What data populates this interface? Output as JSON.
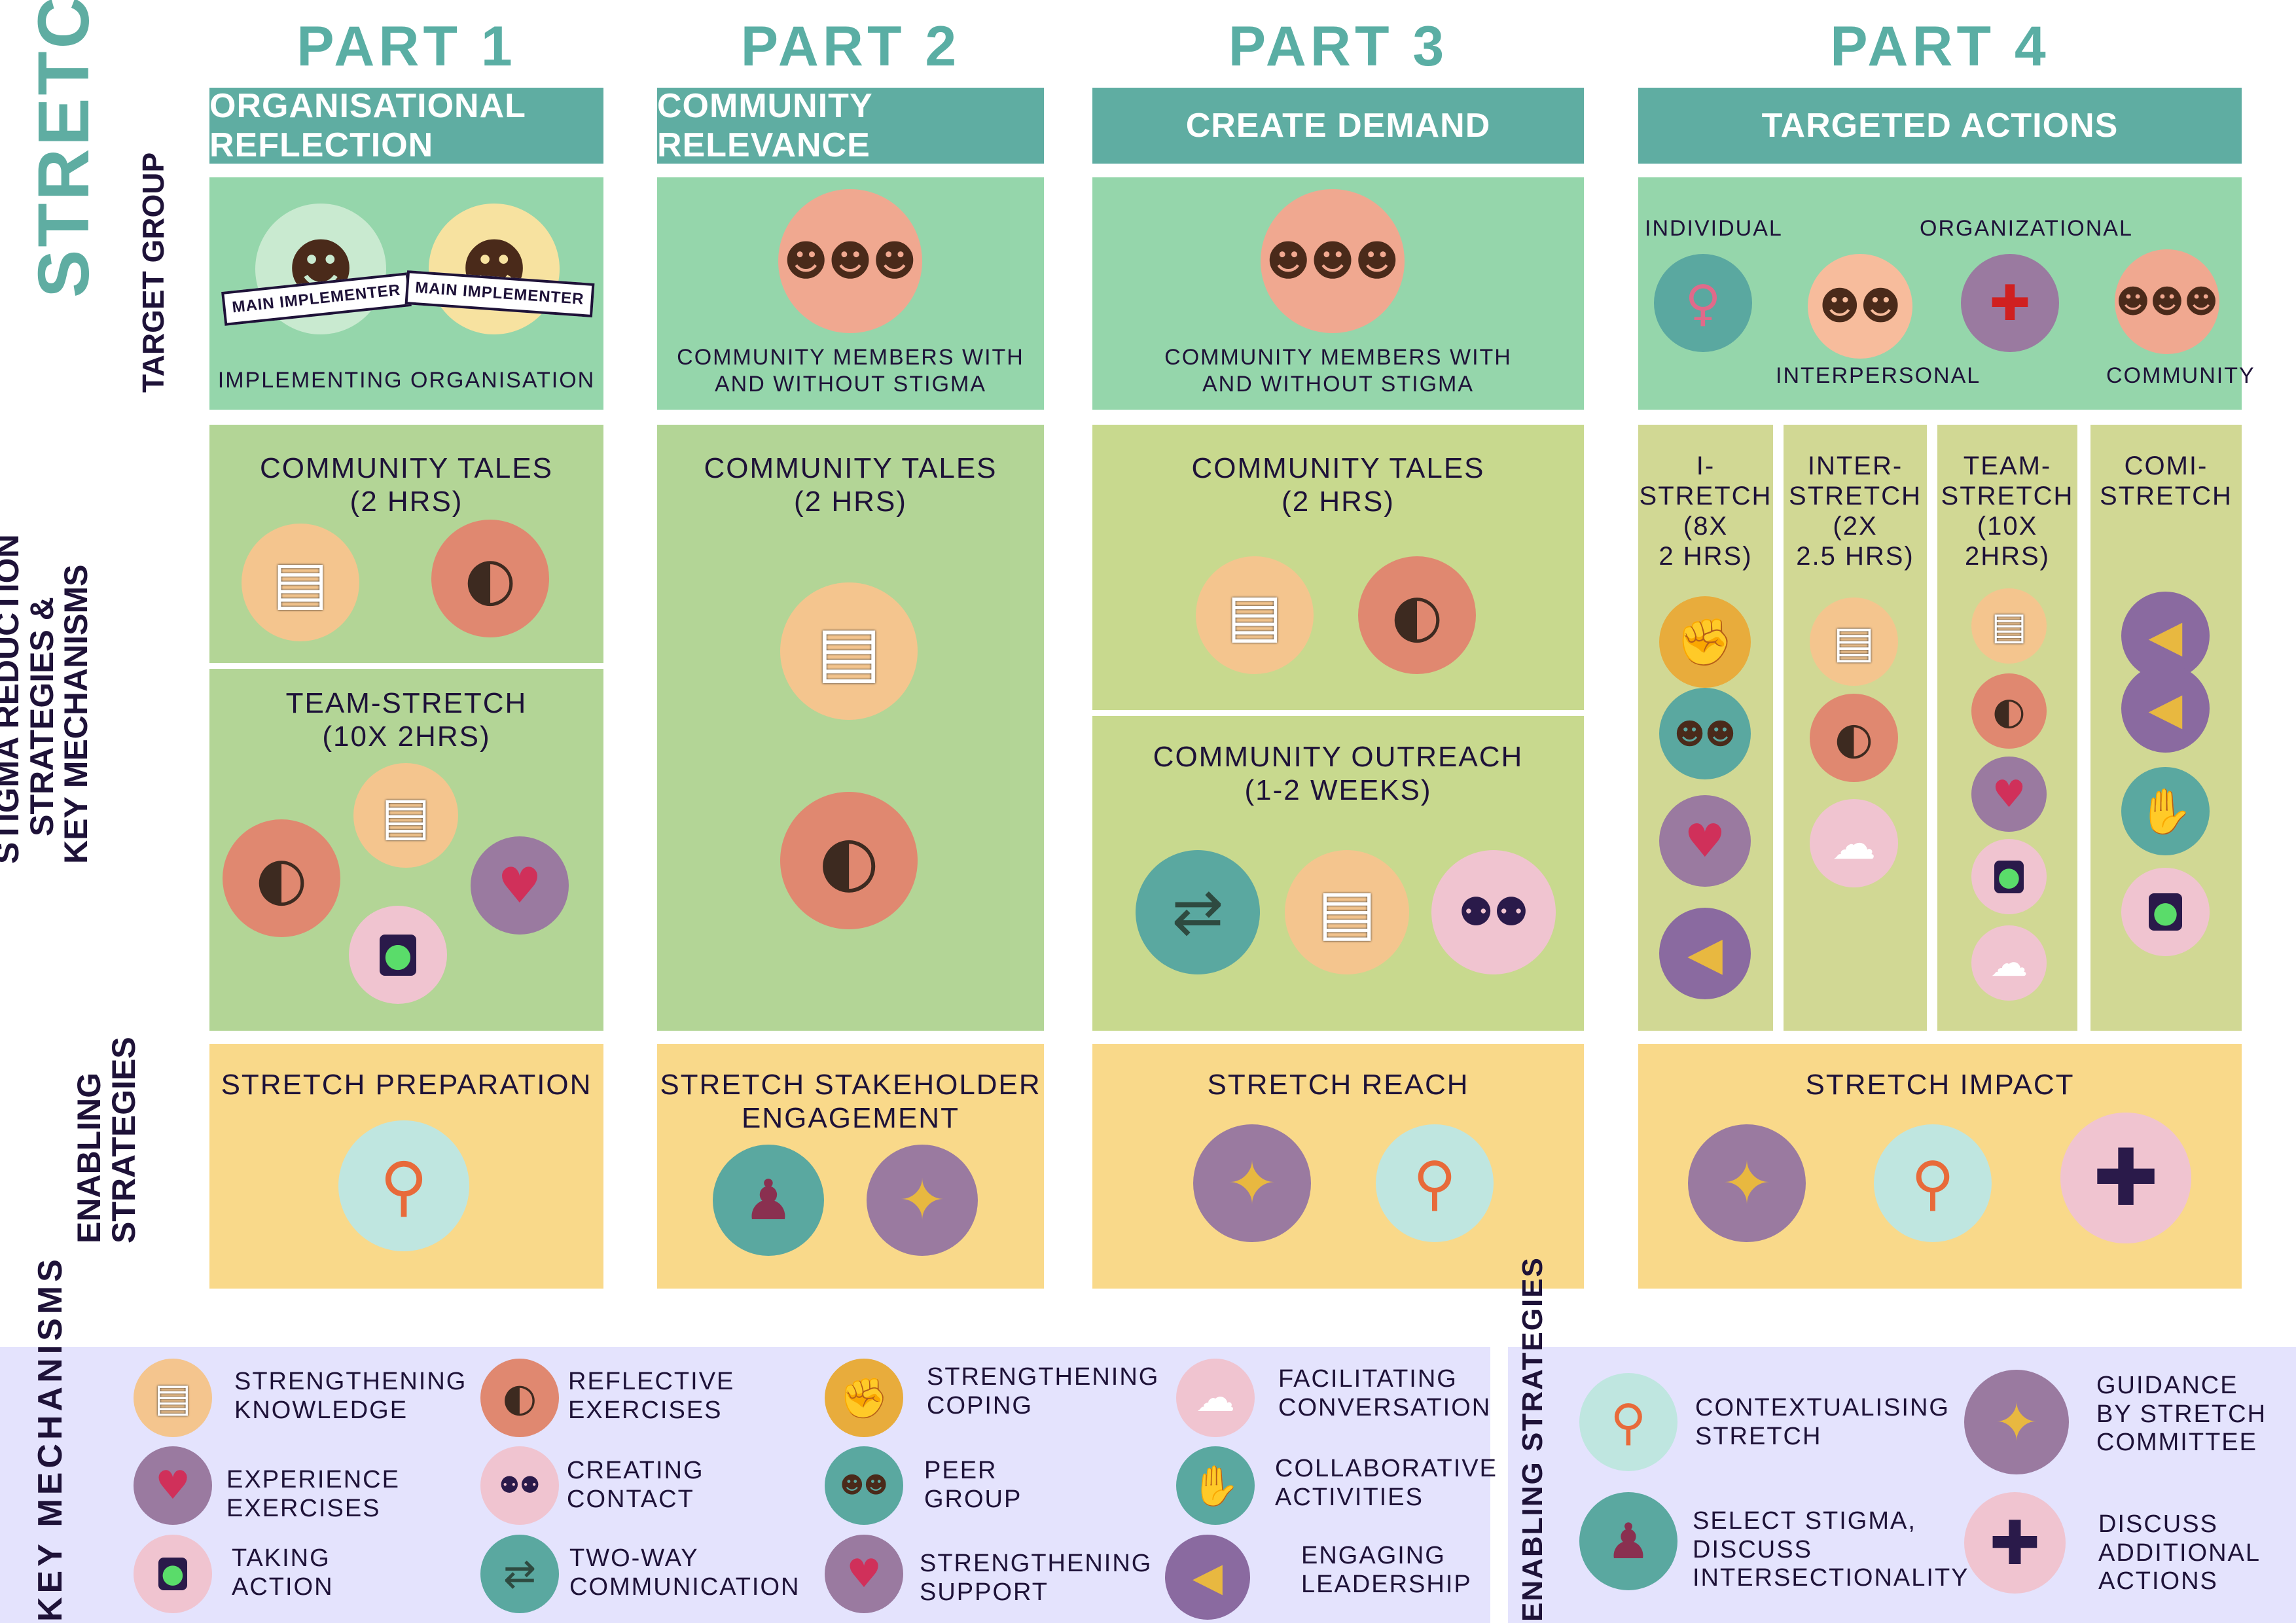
{
  "title": "STRETCH",
  "row_labels": {
    "target_group": "TARGET GROUP",
    "stigma_reduction": "STIGMA REDUCTION\nSTRATEGIES &\nKEY MECHANISMS",
    "enabling": "ENABLING\nSTRATEGIES"
  },
  "parts": [
    {
      "part": "PART 1",
      "header": "ORGANISATIONAL REFLECTION",
      "target": {
        "banner_left": "MAIN IMPLEMENTER",
        "banner_right": "MAIN IMPLEMENTER",
        "label": "IMPLEMENTING ORGANISATION"
      },
      "strategies": [
        {
          "title": "COMMUNITY TALES\n(2 HRS)"
        },
        {
          "title": "TEAM-STRETCH\n(10X 2HRS)"
        }
      ],
      "enabling": "STRETCH PREPARATION"
    },
    {
      "part": "PART 2",
      "header": "COMMUNITY RELEVANCE",
      "target": {
        "label": "COMMUNITY MEMBERS WITH\nAND WITHOUT STIGMA"
      },
      "strategies": [
        {
          "title": "COMMUNITY TALES\n(2 HRS)"
        }
      ],
      "enabling": "STRETCH STAKEHOLDER\nENGAGEMENT"
    },
    {
      "part": "PART 3",
      "header": "CREATE DEMAND",
      "target": {
        "label": "COMMUNITY MEMBERS WITH\nAND WITHOUT STIGMA"
      },
      "strategies": [
        {
          "title": "COMMUNITY TALES\n(2 HRS)"
        },
        {
          "title": "COMMUNITY OUTREACH\n(1-2 WEEKS)"
        }
      ],
      "enabling": "STRETCH REACH"
    },
    {
      "part": "PART 4",
      "header": "TARGETED ACTIONS",
      "target": {
        "levels": [
          "INDIVIDUAL",
          "INTERPERSONAL",
          "ORGANIZATIONAL",
          "COMMUNITY"
        ]
      },
      "strategies": [
        {
          "title": "I-\nSTRETCH\n(8X\n2 HRS)"
        },
        {
          "title": "INTER-\nSTRETCH\n(2X\n2.5 HRS)"
        },
        {
          "title": "TEAM-\nSTRETCH\n(10X\n2HRS)"
        },
        {
          "title": "COMI-\nSTRETCH"
        }
      ],
      "enabling": "STRETCH IMPACT"
    }
  ],
  "key_mechanisms": {
    "title": "KEY MECHANISMS",
    "items": [
      "STRENGTHENING\nKNOWLEDGE",
      "REFLECTIVE\nEXERCISES",
      "STRENGTHENING\nCOPING",
      "FACILITATING\nCONVERSATION",
      "EXPERIENCE\nEXERCISES",
      "CREATING\nCONTACT",
      "PEER\nGROUP",
      "COLLABORATIVE\nACTIVITIES",
      "TAKING\nACTION",
      "TWO-WAY\nCOMMUNICATION",
      "STRENGTHENING\nSUPPORT",
      "ENGAGING\nLEADERSHIP"
    ]
  },
  "enabling_strategies": {
    "title": "ENABLING STRATEGIES",
    "items": [
      "CONTEXTUALISING\nSTRETCH",
      "GUIDANCE\nBY STRETCH\nCOMMITTEE",
      "SELECT STIGMA,\nDISCUSS\nINTERSECTIONALITY",
      "DISCUSS\nADDITIONAL\nACTIONS"
    ]
  },
  "colors": {
    "teal": "#5fada2",
    "target": "#95d6ab",
    "strategy": "#b3d596",
    "enabling": "#f9d98a",
    "legend": "#e4e3fd"
  }
}
